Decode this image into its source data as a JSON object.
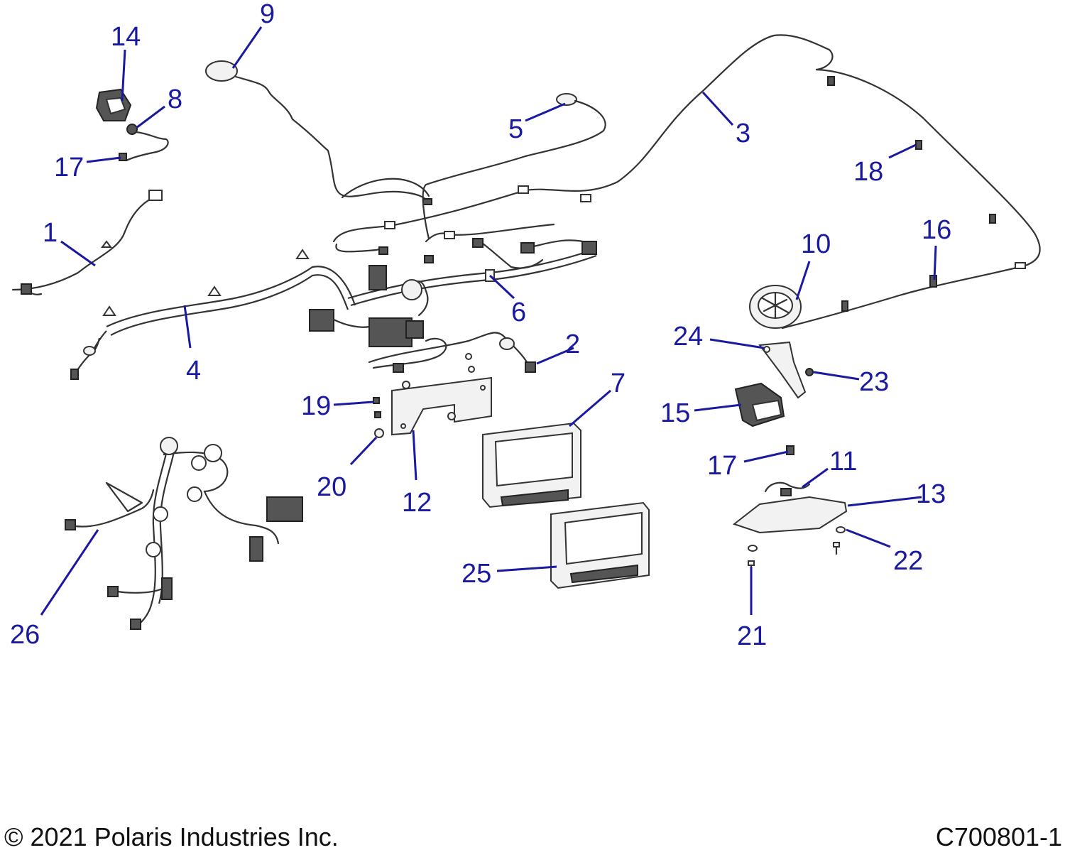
{
  "footer": {
    "copyright": "© 2021 Polaris Industries Inc.",
    "figure_code": "C700801-1"
  },
  "callouts": [
    {
      "id": "c1",
      "label": "1"
    },
    {
      "id": "c2",
      "label": "2"
    },
    {
      "id": "c3",
      "label": "3"
    },
    {
      "id": "c4",
      "label": "4"
    },
    {
      "id": "c5",
      "label": "5"
    },
    {
      "id": "c6",
      "label": "6"
    },
    {
      "id": "c7",
      "label": "7"
    },
    {
      "id": "c8",
      "label": "8"
    },
    {
      "id": "c9",
      "label": "9"
    },
    {
      "id": "c10",
      "label": "10"
    },
    {
      "id": "c11",
      "label": "11"
    },
    {
      "id": "c12",
      "label": "12"
    },
    {
      "id": "c13",
      "label": "13"
    },
    {
      "id": "c14",
      "label": "14"
    },
    {
      "id": "c15",
      "label": "15"
    },
    {
      "id": "c16",
      "label": "16"
    },
    {
      "id": "c17a",
      "label": "17"
    },
    {
      "id": "c17b",
      "label": "17"
    },
    {
      "id": "c18",
      "label": "18"
    },
    {
      "id": "c19",
      "label": "19"
    },
    {
      "id": "c20",
      "label": "20"
    },
    {
      "id": "c21",
      "label": "21"
    },
    {
      "id": "c22",
      "label": "22"
    },
    {
      "id": "c23",
      "label": "23"
    },
    {
      "id": "c24",
      "label": "24"
    },
    {
      "id": "c25",
      "label": "25"
    },
    {
      "id": "c26",
      "label": "26"
    }
  ],
  "colors": {
    "callout": "#1a1aa0",
    "line_art": "#333333"
  }
}
